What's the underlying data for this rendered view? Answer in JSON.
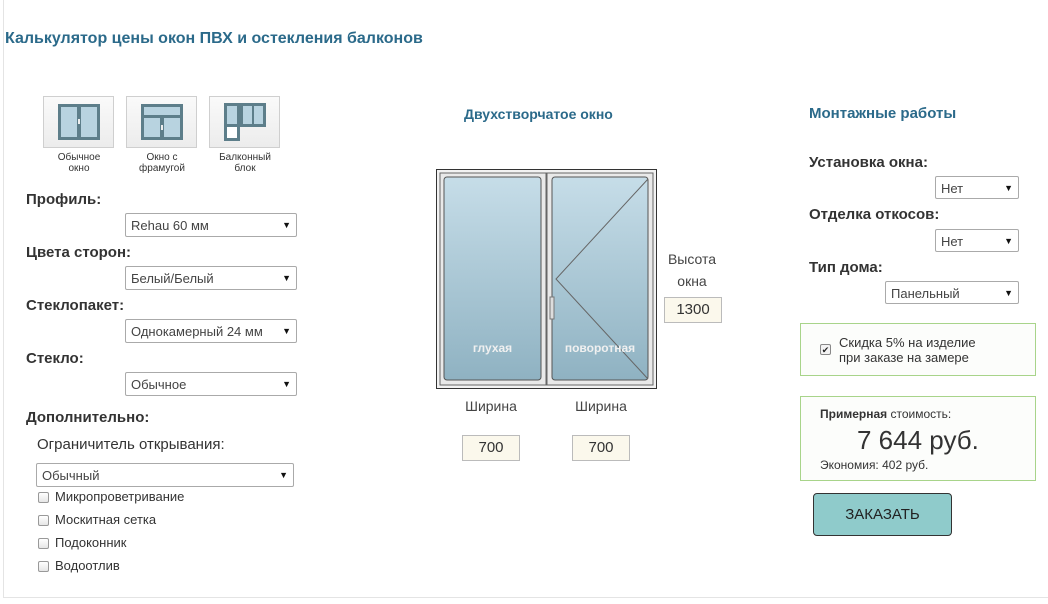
{
  "title": "Калькулятор цены окон ПВХ и остекления балконов",
  "window_types": [
    {
      "label": "Обычное окно",
      "line1": "Обычное",
      "line2": "окно",
      "icon": "double-window-icon"
    },
    {
      "label": "Окно с фрамугой",
      "line1": "Окно с",
      "line2": "фрамугой",
      "icon": "transom-window-icon"
    },
    {
      "label": "Балконный блок",
      "line1": "Балконный",
      "line2": "блок",
      "icon": "balcony-block-icon"
    }
  ],
  "options": {
    "profile": {
      "label": "Профиль:",
      "value": "Rehau 60 мм"
    },
    "colors": {
      "label": "Цвета сторон:",
      "value": "Белый/Белый"
    },
    "glass_unit": {
      "label": "Стеклопакет:",
      "value": "Однокамерный 24 мм"
    },
    "glass": {
      "label": "Стекло:",
      "value": "Обычное"
    }
  },
  "extra": {
    "label": "Дополнительно:",
    "limiter_label": "Ограничитель открывания:",
    "limiter_value": "Обычный",
    "checkboxes": [
      "Микропроветривание",
      "Москитная сетка",
      "Подоконник",
      "Водоотлив"
    ]
  },
  "window": {
    "title": "Двухстворчатое окно",
    "left_sash": "глухая",
    "right_sash": "поворотная",
    "height_label_1": "Высота",
    "height_label_2": "окна",
    "height": "1300",
    "width_label": "Ширина",
    "width_left": "700",
    "width_right": "700"
  },
  "installation": {
    "title": "Монтажные работы",
    "install": {
      "label": "Установка окна:",
      "value": "Нет"
    },
    "finishing": {
      "label": "Отделка откосов:",
      "value": "Нет"
    },
    "house": {
      "label": "Тип дома:",
      "value": "Панельный"
    }
  },
  "discount": {
    "checked": true,
    "line1": "Скидка 5% на изделие",
    "line2": "при заказе на замере"
  },
  "price": {
    "label_bold": "Примерная",
    "label_rest": "стоимость:",
    "value": "7 644 руб.",
    "economy": "Экономия: 402 руб."
  },
  "order_button": "ЗАКАЗАТЬ",
  "colors": {
    "accent": "#2b6a8a",
    "button": "#8fcbcb",
    "box_border": "#a8d48a",
    "input_bg": "#fbf8ec"
  }
}
